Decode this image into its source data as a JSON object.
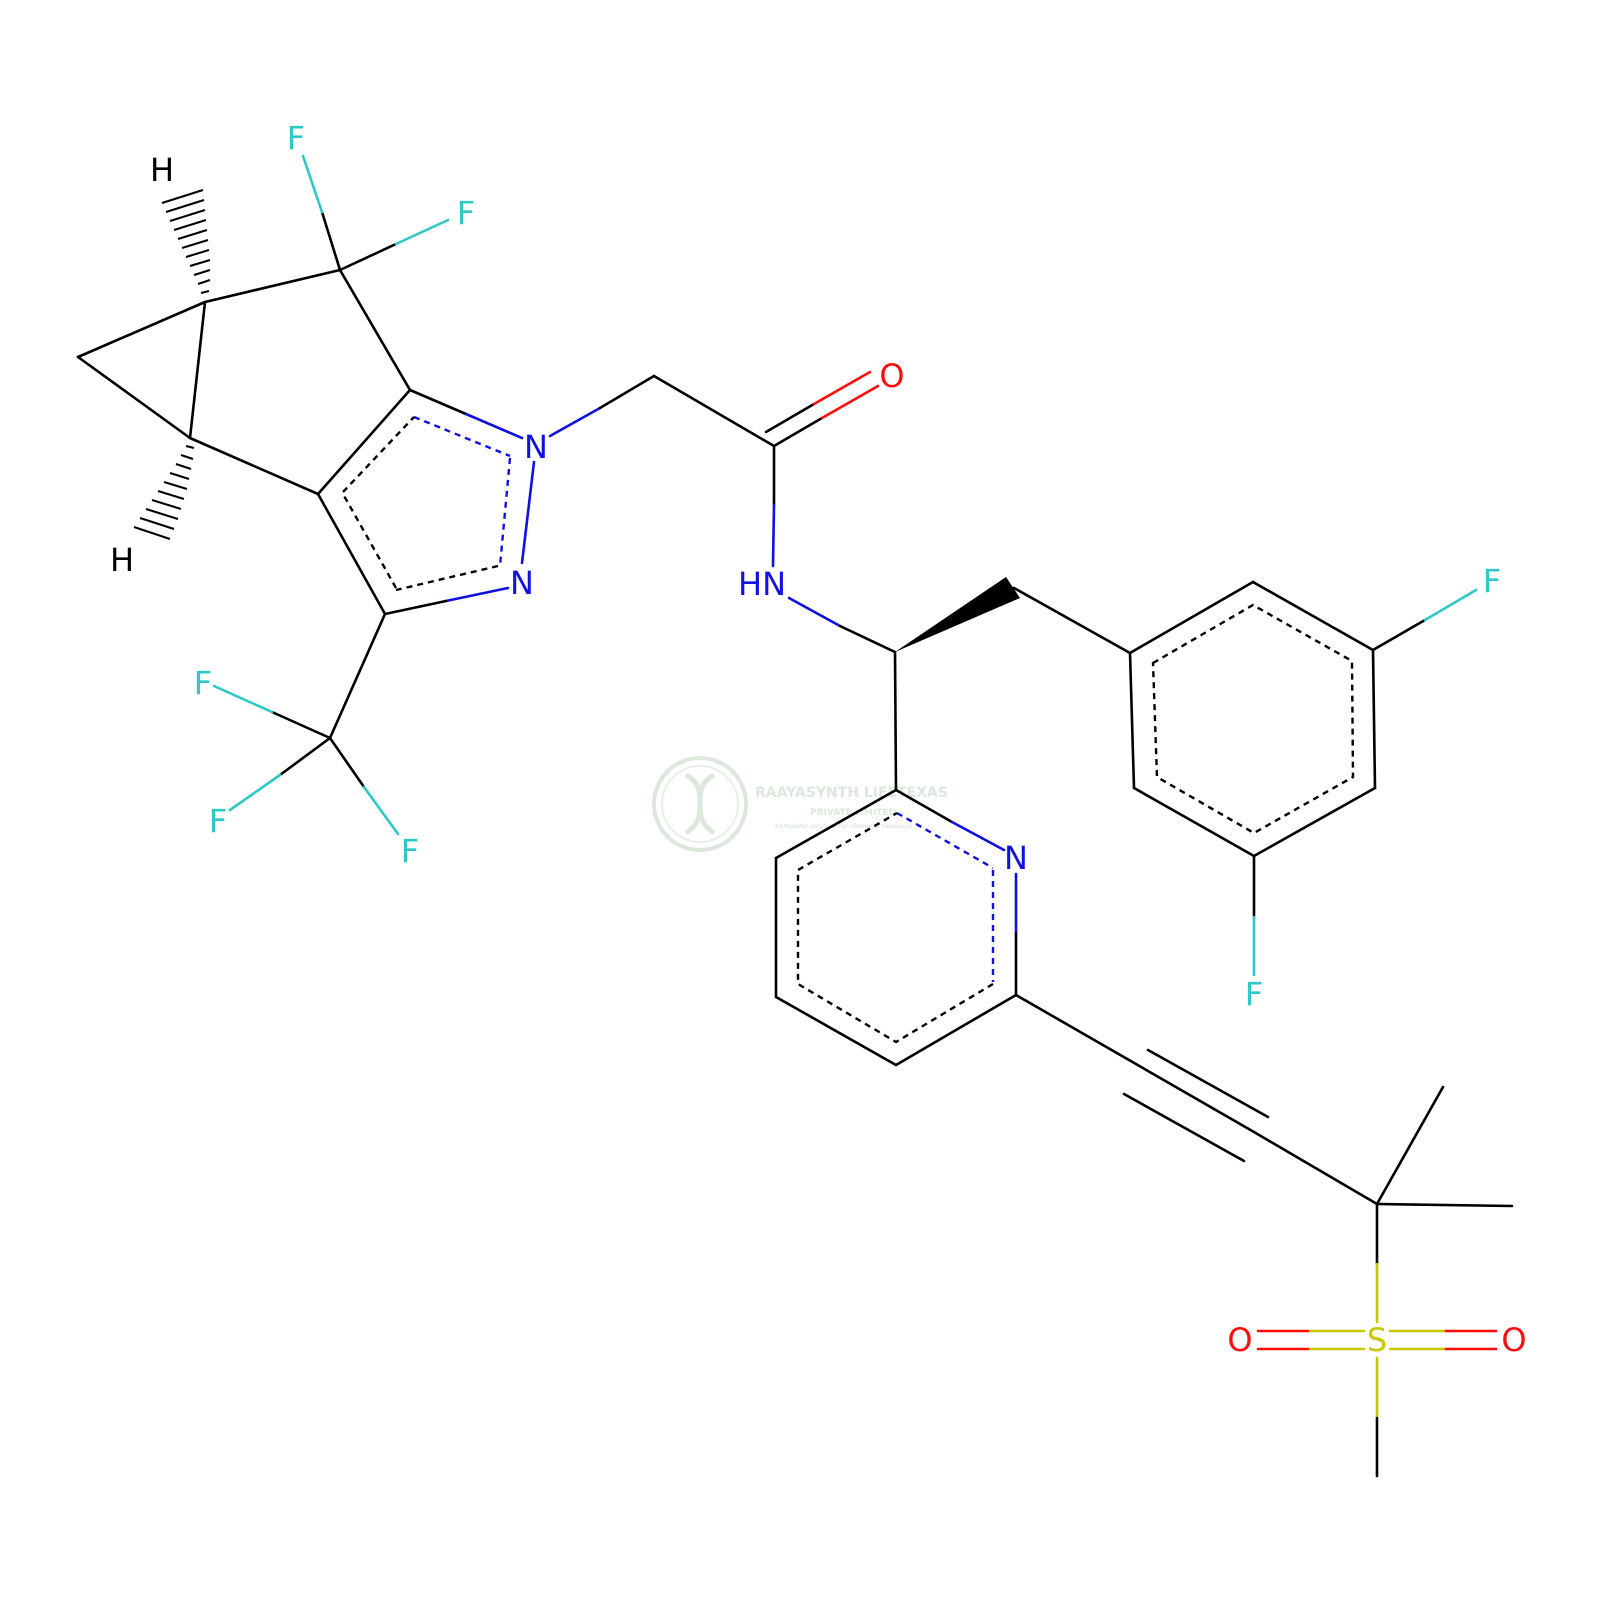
{
  "colors": {
    "C": "#000000",
    "N": "#1010e0",
    "O": "#ff0d0d",
    "F": "#2fc8c8",
    "S": "#c8c800",
    "watermark": "#d6e5d6"
  },
  "atom_labels": {
    "H_top": "H",
    "H_bottom": "H",
    "F_cf2_a": "F",
    "F_cf2_b": "F",
    "N1_pyrazole": "N",
    "N2_pyrazole": "N",
    "O_amide": "O",
    "NH_amide": "HN",
    "F_cf3_a": "F",
    "F_cf3_b": "F",
    "F_cf3_c": "F",
    "F_aryl_meta1": "F",
    "F_aryl_meta2": "F",
    "N_pyridine": "N",
    "S_sulfonyl": "S",
    "O_sulfonyl_left": "O",
    "O_sulfonyl_right": "O"
  },
  "watermark": {
    "title": "RAAYASYNTH LIFETEXAS",
    "subtitle": "PRIVATE LIMITED",
    "tagline": "Complete solution for chemical research"
  }
}
